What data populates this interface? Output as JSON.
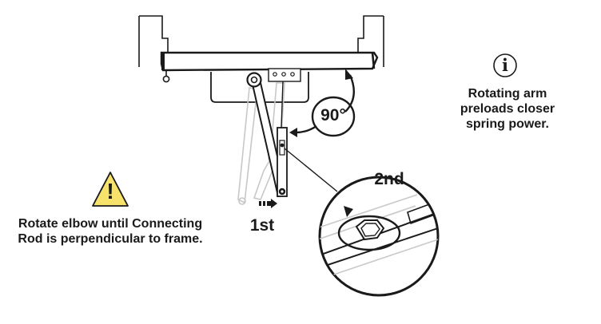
{
  "info": {
    "icon": "info-icon",
    "text": "Rotating arm preloads closer spring power.",
    "glyph": "i"
  },
  "warning": {
    "icon": "warning-icon",
    "text": "Rotate elbow until Connecting Rod is perpendicular to frame.",
    "glyph": "!"
  },
  "angle": {
    "label": "90°"
  },
  "steps": {
    "first": "1st",
    "second": "2nd"
  },
  "colors": {
    "ink": "#1a1a1a",
    "warning_fill": "#f7e36b",
    "ghost": "#c8c8c8",
    "background": "#ffffff"
  }
}
